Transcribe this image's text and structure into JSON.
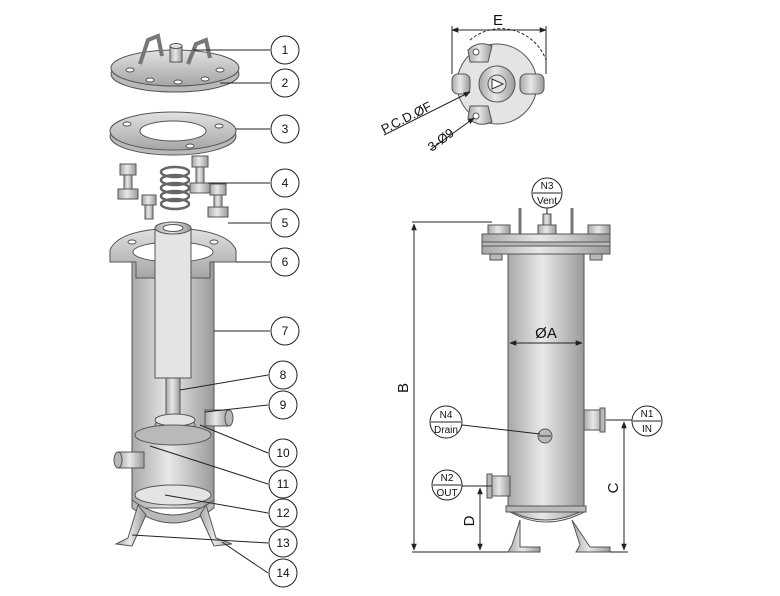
{
  "callouts": [
    "1",
    "2",
    "3",
    "4",
    "5",
    "6",
    "7",
    "8",
    "9",
    "10",
    "11",
    "12",
    "13",
    "14"
  ],
  "nozzles": {
    "n1": {
      "tag": "N1",
      "label": "IN"
    },
    "n2": {
      "tag": "N2",
      "label": "OUT"
    },
    "n3": {
      "tag": "N3",
      "label": "Vent"
    },
    "n4": {
      "tag": "N4",
      "label": "Drain"
    }
  },
  "dimensions": {
    "a": "ØA",
    "b": "B",
    "c": "C",
    "d": "D",
    "e": "E",
    "pcd": "P.C.D.ØF",
    "holes": "3-Ø9"
  },
  "colors": {
    "steel_light": "#e6e6e6",
    "steel_dark": "#9c9c9c",
    "line": "#222222"
  }
}
